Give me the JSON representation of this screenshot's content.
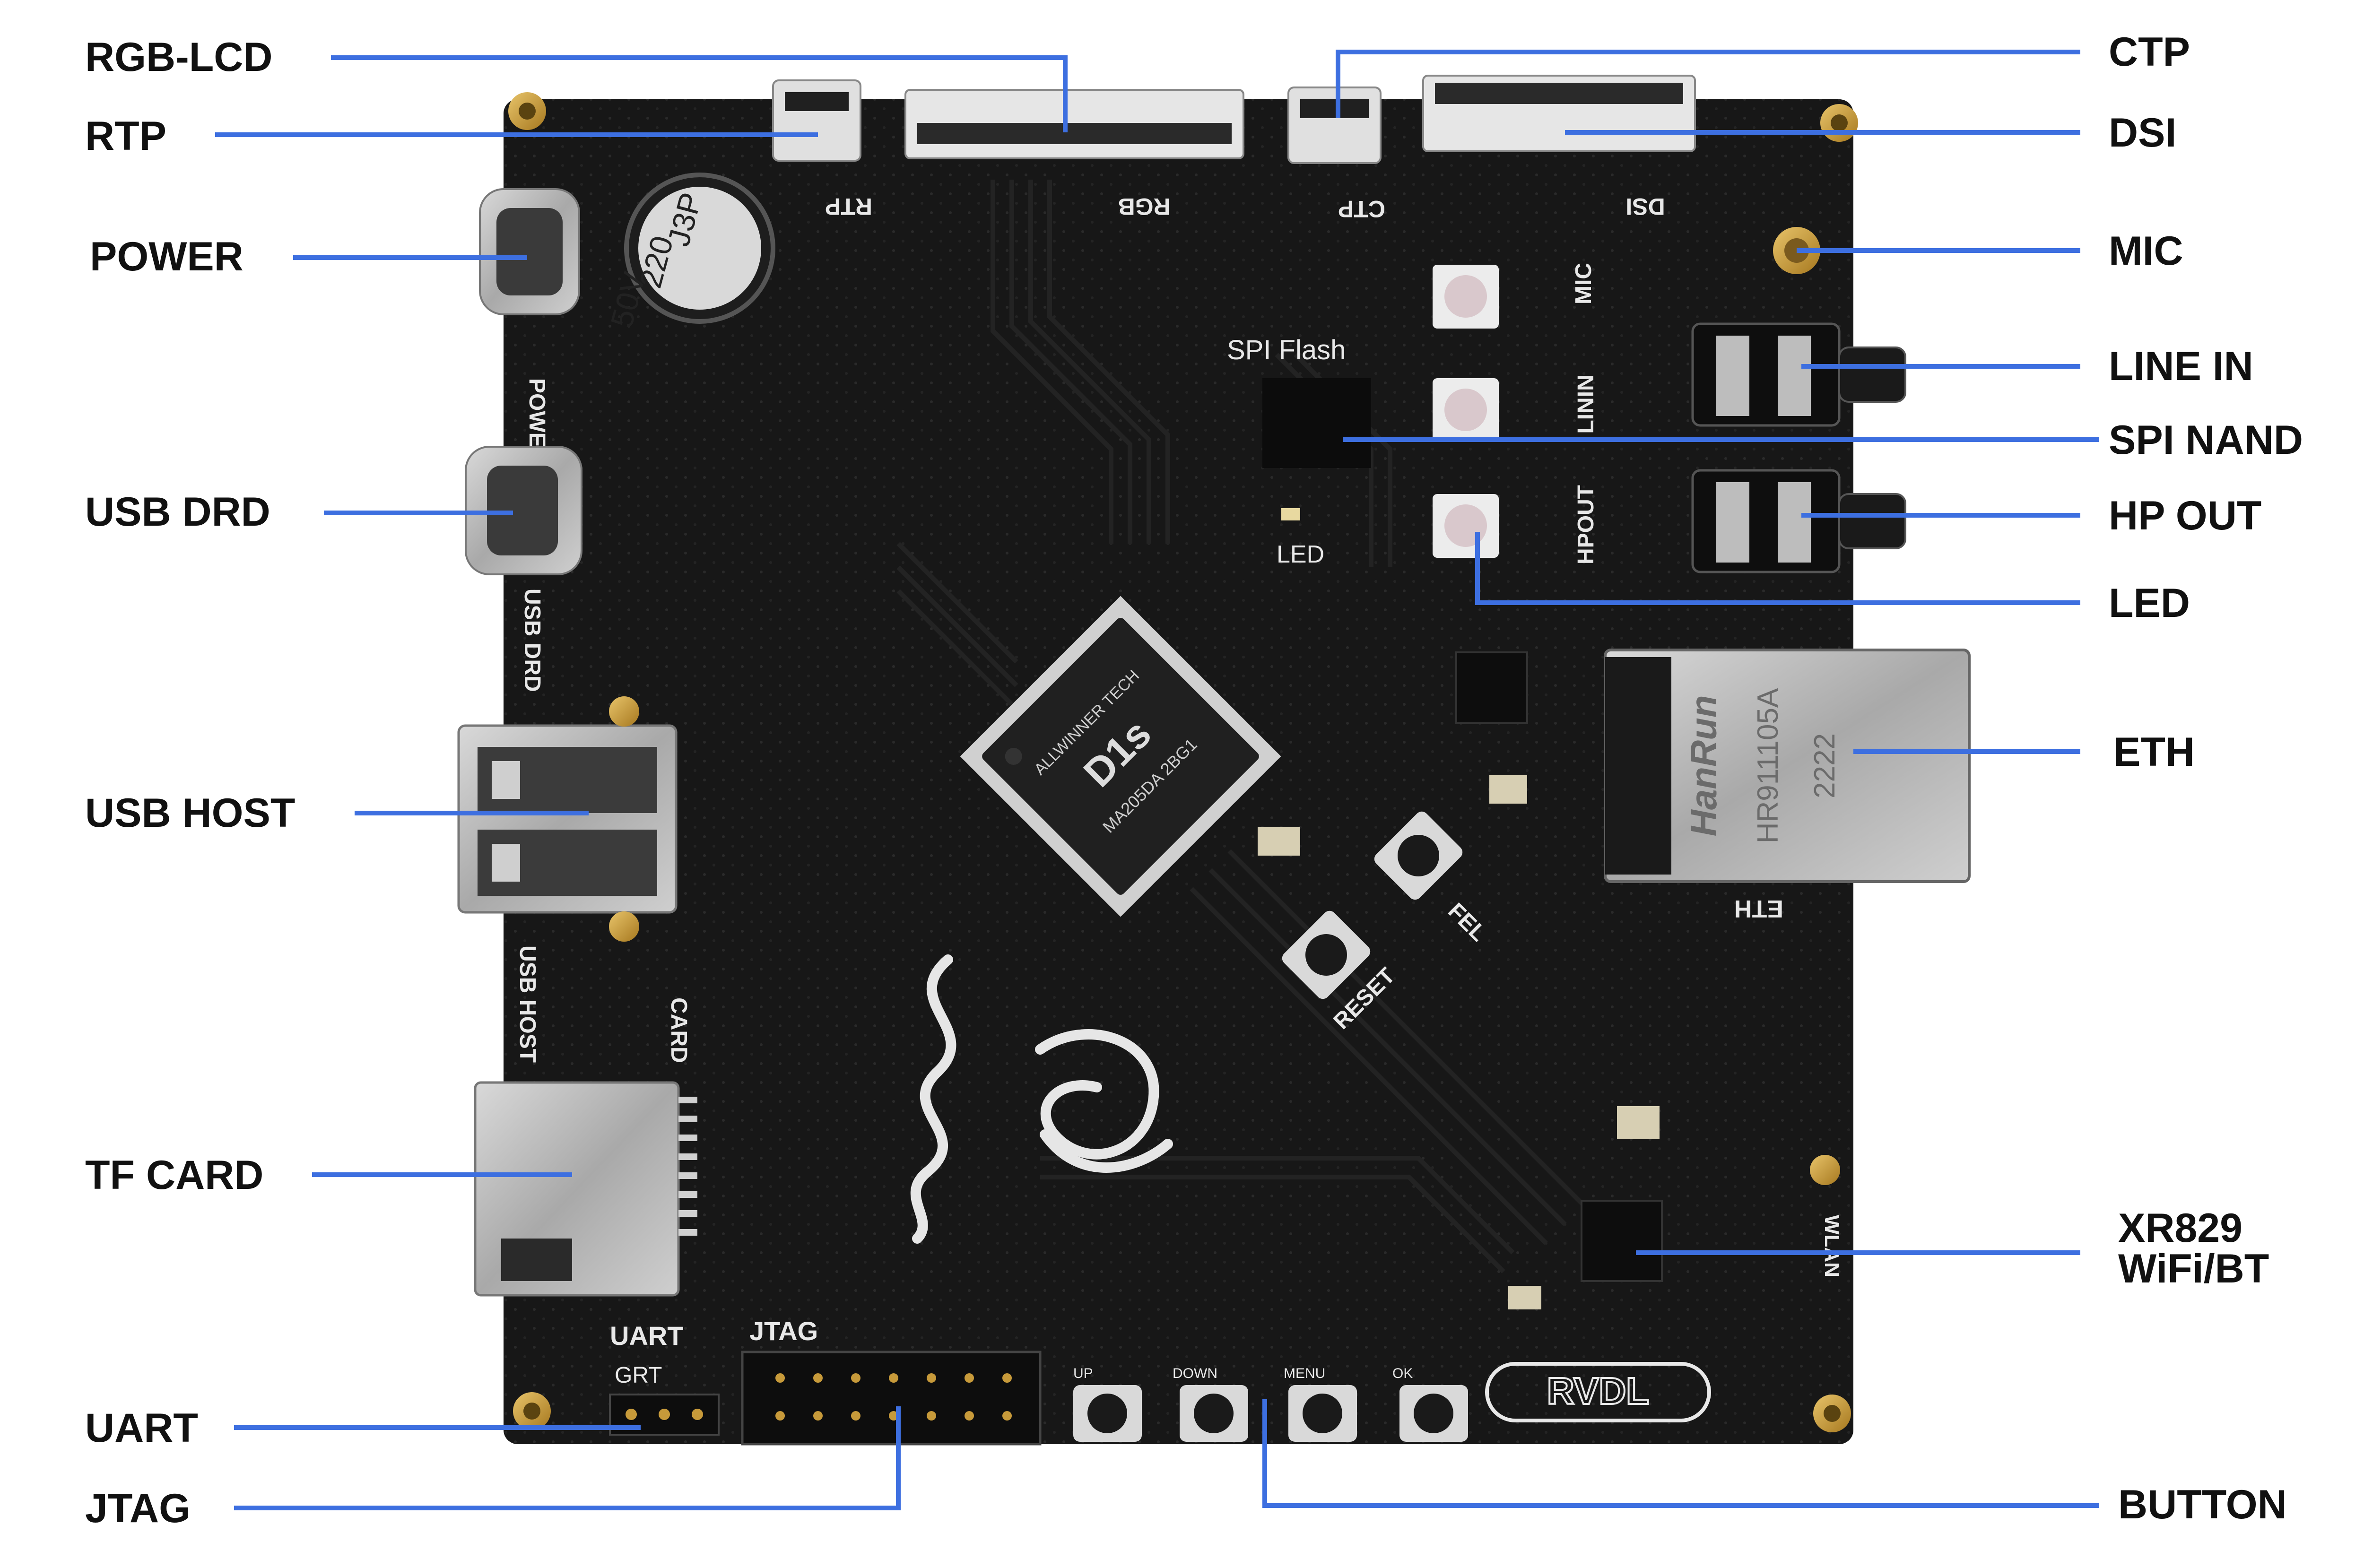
{
  "colors": {
    "leader_line": "#3D6FE0",
    "pcb": "#161616",
    "label_text": "#111111",
    "silkscreen": "#e8e8e8",
    "gold": "#c79a3a",
    "metal": "#bdbdbd"
  },
  "labels": {
    "rgb_lcd": "RGB-LCD",
    "rtp": "RTP",
    "power": "POWER",
    "usb_drd": "USB DRD",
    "usb_host": "USB HOST",
    "tf_card": "TF CARD",
    "uart": "UART",
    "jtag": "JTAG",
    "ctp": "CTP",
    "dsi": "DSI",
    "mic": "MIC",
    "line_in": "LINE IN",
    "spi_nand": "SPI NAND",
    "hp_out": "HP OUT",
    "led": "LED",
    "eth": "ETH",
    "xr829_line1": "XR829",
    "xr829_line2": "WiFi/BT",
    "button": "BUTTON"
  },
  "board": {
    "silk_rtp": "RTP",
    "silk_rgb": "RGB",
    "silk_ctp": "CTP",
    "silk_dsi": "DSI",
    "silk_power": "POWER",
    "silk_usb_drd": "USB DRD",
    "silk_usb_host": "USB HOST",
    "silk_card": "CARD",
    "silk_uart": "UART",
    "silk_grt": "GRT",
    "silk_jtag": "JTAG",
    "silk_spi_flash": "SPI Flash",
    "silk_led": "LED",
    "silk_mic": "MIC",
    "silk_linein": "LININ",
    "silk_hpout": "HPOUT",
    "silk_eth": "ETH",
    "silk_fel": "FEL",
    "silk_reset": "RESET",
    "silk_wlan": "WLAN",
    "btn_up": "UP",
    "btn_down": "DOWN",
    "btn_menu": "MENU",
    "btn_ok": "OK",
    "chip_brand": "ALLWINNER TECH",
    "chip_name": "D1s",
    "chip_code": "MA205DA 2BG1",
    "cap_line1": "J3P",
    "cap_line2": "220",
    "cap_line3": "50V",
    "eth_brand": "HanRun",
    "eth_part": "HR911105A",
    "eth_date": "2222",
    "logo_text": "RVDL"
  }
}
